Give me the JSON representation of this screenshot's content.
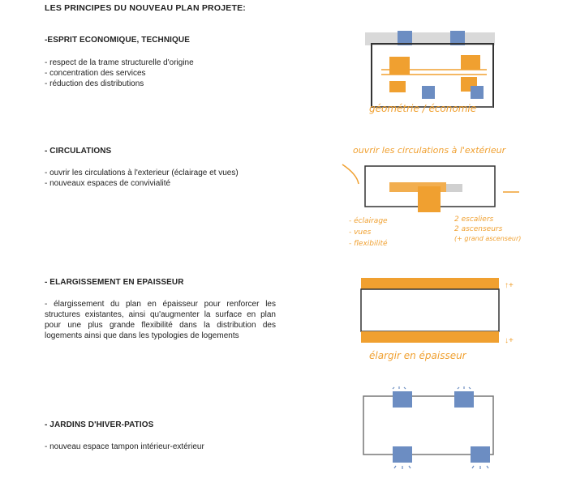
{
  "title": "LES PRINCIPES DU NOUVEAU PLAN PROJETE:",
  "sections": [
    {
      "heading": "-ESPRIT ECONOMIQUE, TECHNIQUE",
      "lines": [
        "- respect de la trame structurelle d'origine",
        "- concentration des services",
        "- réduction des distributions"
      ],
      "sketch_note": "géométrie / économie"
    },
    {
      "heading": "- CIRCULATIONS",
      "lines": [
        "- ouvrir les circulations à l'exterieur (éclairage et vues)",
        "- nouveaux espaces de convivialité"
      ],
      "sketch_note": "ouvrir les circulations à l'extérieur",
      "sketch_left_notes": [
        "- éclairage",
        "- vues",
        "- flexibilité"
      ],
      "sketch_right_notes": [
        "2 escaliers",
        "2 ascenseurs",
        "(+ grand ascenseur)"
      ]
    },
    {
      "heading": "- ELARGISSEMENT EN EPAISSEUR",
      "paragraph": "- élargissement du plan en épaisseur pour renforcer les structures existantes, ainsi qu'augmenter la surface en plan pour une plus grande flexibilité dans la distribution des logements ainsi que dans les typologies de logements",
      "sketch_note": "élargir en épaisseur"
    },
    {
      "heading": "- JARDINS D'HIVER-PATIOS",
      "lines": [
        "- nouveau espace tampon intérieur-extérieur"
      ]
    }
  ],
  "colors": {
    "orange": "#F0A030",
    "blue": "#6C8DC2",
    "grey": "#D0D0D0",
    "ink": "#333333"
  }
}
